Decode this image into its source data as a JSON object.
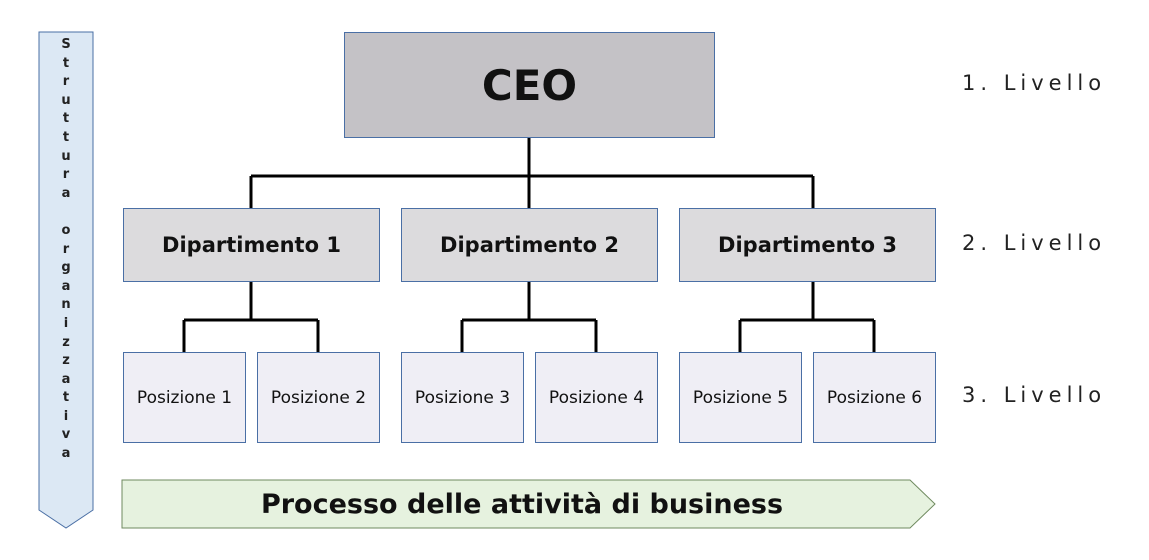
{
  "ceo": {
    "label": "CEO"
  },
  "departments": [
    {
      "label": "Dipartimento 1"
    },
    {
      "label": "Dipartimento 2"
    },
    {
      "label": "Dipartimento 3"
    }
  ],
  "positions": [
    {
      "label": "Posizione 1"
    },
    {
      "label": "Posizione 2"
    },
    {
      "label": "Posizione 3"
    },
    {
      "label": "Posizione 4"
    },
    {
      "label": "Posizione 5"
    },
    {
      "label": "Posizione 6"
    }
  ],
  "levels": [
    "1. Livello",
    "2. Livello",
    "3. Livello"
  ],
  "side_label": "Struttura organizzativa",
  "process_label": "Processo delle attività di business",
  "colors": {
    "ceo_fill": "#c4c2c6",
    "dept_fill": "#dcdbdd",
    "pos_fill": "#efeef5",
    "border": "#4a6fa5",
    "side_fill": "#dce8f4",
    "process_fill": "#e6f2df"
  }
}
